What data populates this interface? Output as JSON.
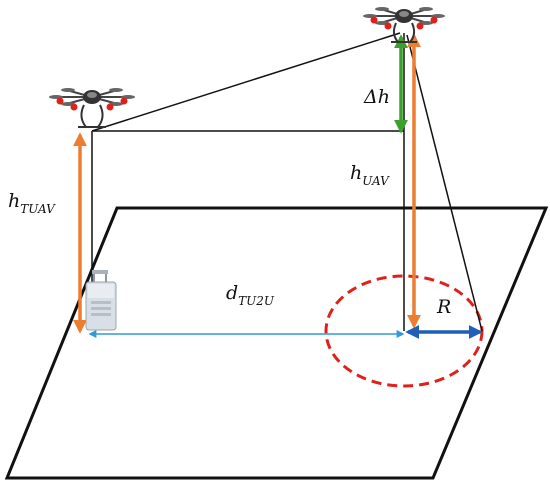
{
  "labels": {
    "delta_h": "Δh",
    "h_uav_main": "h",
    "h_uav_sub": "UAV",
    "h_tuav_main": "h",
    "h_tuav_sub": "TUAV",
    "d_tu2u_main": "d",
    "d_tu2u_sub": "TU2U",
    "radius": "R"
  },
  "colors": {
    "height_arrow": "#ED7D31",
    "delta_arrow": "#3BA02C",
    "distance_arrow": "#2E9AD6",
    "radius_arrow": "#1F5FB8",
    "coverage_circle": "#E0201B",
    "lines": "#111111"
  },
  "icons": {
    "uav_left": "quadcopter-drone-icon",
    "uav_right": "quadcopter-drone-icon",
    "ground_unit": "tethering-ground-station-icon"
  }
}
